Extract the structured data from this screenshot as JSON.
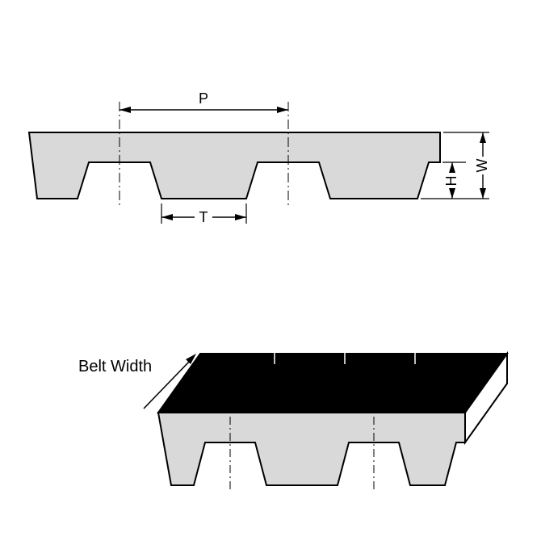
{
  "labels": {
    "pitch": "P",
    "tooth_width": "T",
    "tooth_height": "H",
    "belt_thickness": "W",
    "belt_width": "Belt Width"
  },
  "colors": {
    "belt_fill": "#d9d9d9",
    "outline": "#000000",
    "top_face": "#000000",
    "end_face": "#ffffff",
    "background": "#ffffff"
  }
}
